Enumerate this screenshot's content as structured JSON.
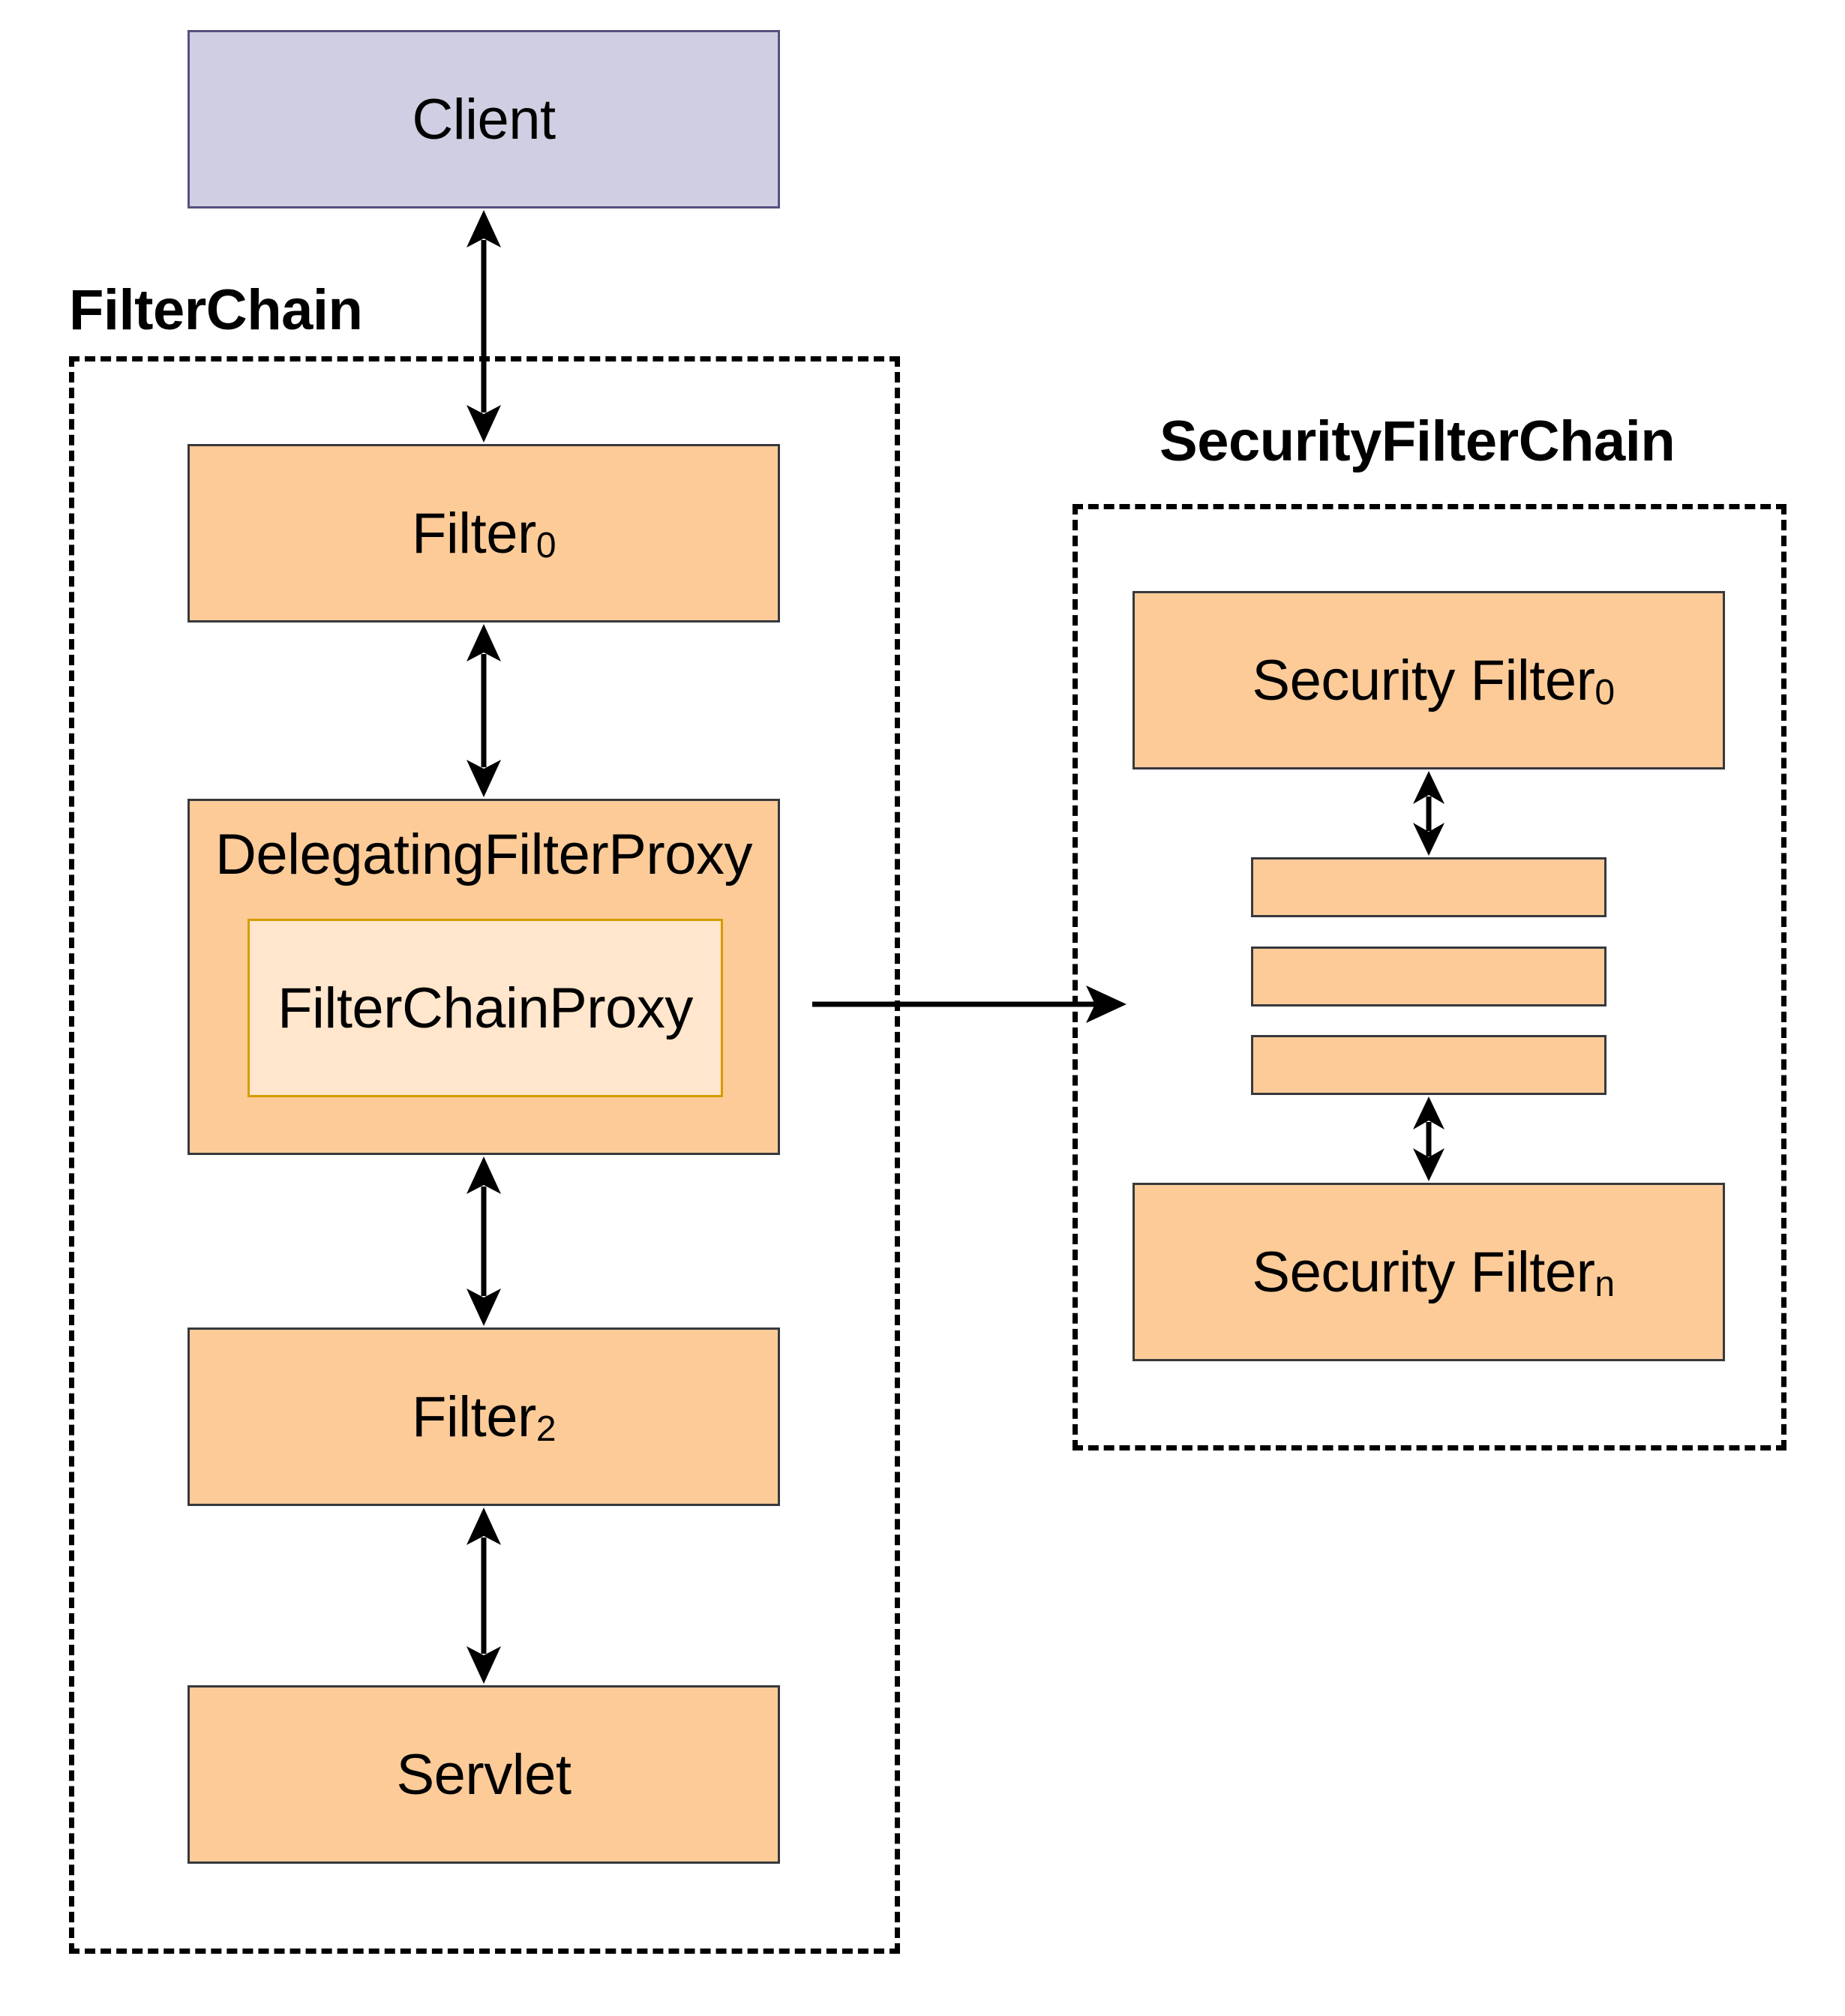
{
  "client": {
    "label": "Client"
  },
  "filter_chain": {
    "title": "FilterChain",
    "filter0": {
      "label": "Filter",
      "subscript": "0"
    },
    "delegating": {
      "label": "DelegatingFilterProxy",
      "inner_label": "FilterChainProxy"
    },
    "filter2": {
      "label": "Filter",
      "subscript": "2"
    },
    "servlet": {
      "label": "Servlet"
    }
  },
  "security_filter_chain": {
    "title": "SecurityFilterChain",
    "first": {
      "label": "Security Filter",
      "subscript": "0"
    },
    "last": {
      "label": "Security Filter",
      "subscript": "n"
    }
  },
  "colors": {
    "client_fill": "#d0cee2",
    "client_stroke": "#56517e",
    "filter_fill": "#fccb98",
    "filter_stroke": "#36393d",
    "proxy_fill": "#ffe6cc",
    "proxy_stroke": "#d79b00"
  }
}
